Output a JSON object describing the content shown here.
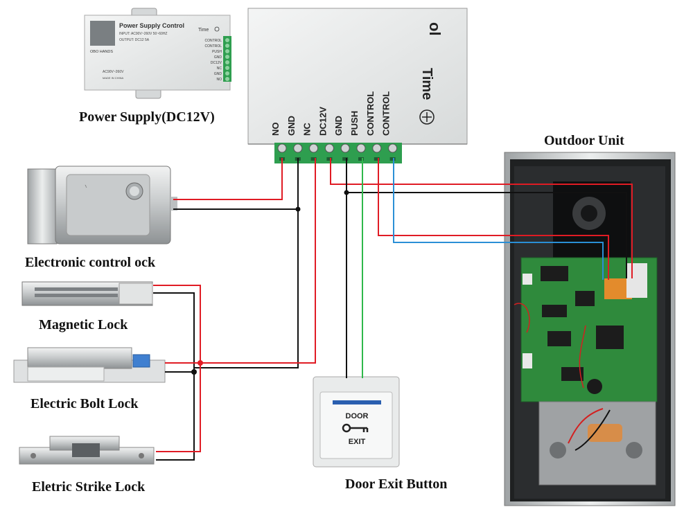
{
  "captions": {
    "power_supply": "Power Supply(DC12V)",
    "outdoor_unit": "Outdoor Unit",
    "electronic_control_lock": "Electronic control ock",
    "magnetic_lock": "Magnetic Lock",
    "electric_bolt_lock": "Electric Bolt Lock",
    "electric_strike_lock": "Eletric Strike Lock",
    "door_exit_button": "Door Exit Button"
  },
  "small_psu": {
    "title": "Power Supply Control",
    "input": "INPUT:  AC90V~260V 50~60HZ",
    "output": "OUTPUT:  DC12  5A",
    "brand": "OBO HANDS",
    "rating": "AC90V~260V",
    "made_in": "MADE IN CHINA",
    "time_label": "Time",
    "terminals": [
      "CONTROL",
      "CONTROL",
      "PUSH",
      "GND",
      "DC12V",
      "NC",
      "GND",
      "NO"
    ]
  },
  "large_psu": {
    "partial_title": "ol",
    "time_label": "Time",
    "terminal_labels": [
      "NO",
      "GND",
      "NC",
      "DC12V",
      "GND",
      "PUSH",
      "CONTROL",
      "CONTROL"
    ]
  },
  "exit_button": {
    "top_text": "DOOR",
    "bottom_text": "EXIT"
  },
  "colors": {
    "wire_red": "#e01b24",
    "wire_black": "#111111",
    "wire_green": "#2fb84a",
    "wire_blue": "#2a8fd6",
    "terminal_green": "#2e9e4f",
    "pcb_green": "#2f8a3c",
    "psu_body": "#e8eaea"
  }
}
